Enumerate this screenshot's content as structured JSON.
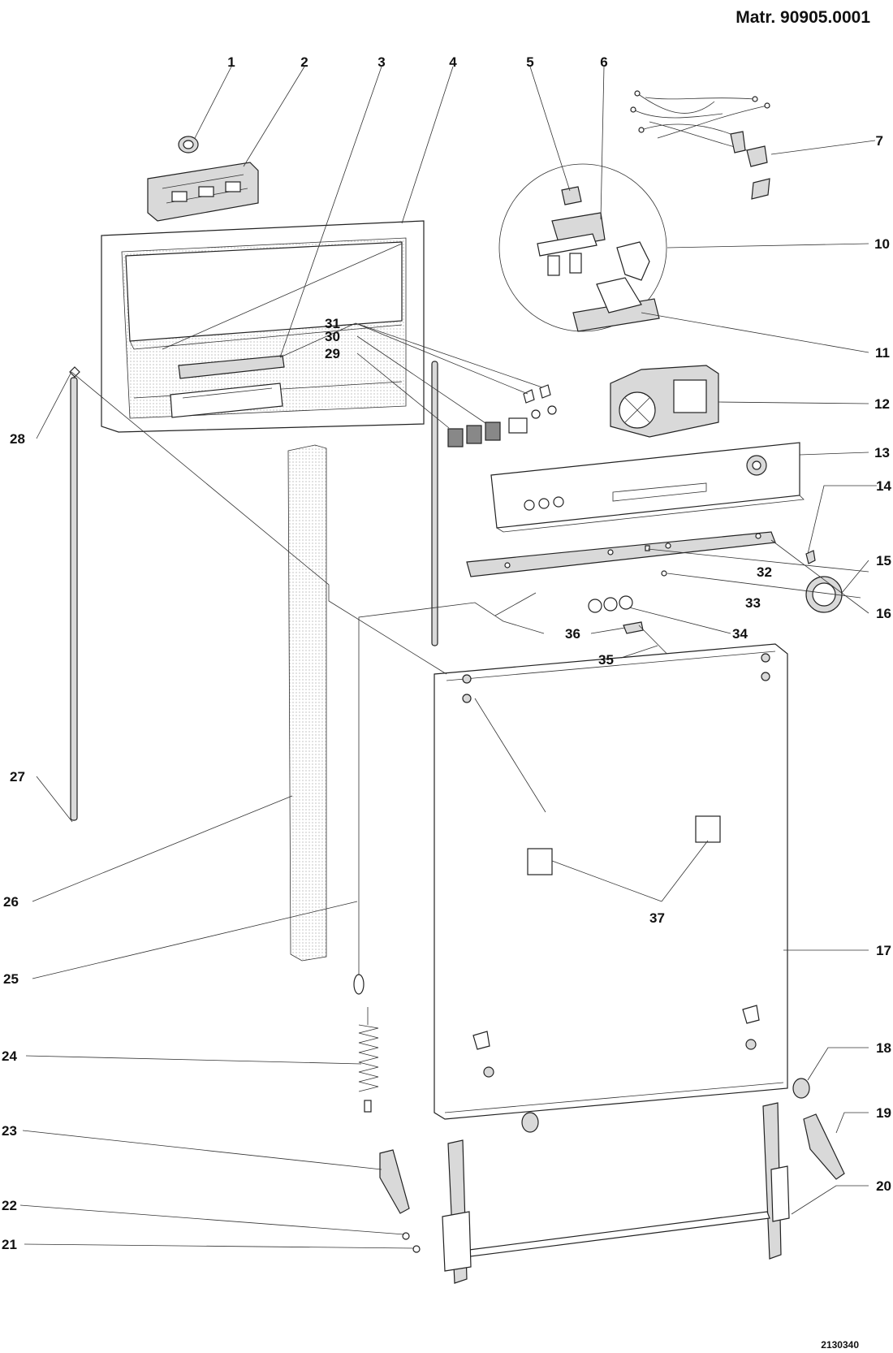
{
  "header": {
    "title": "Matr. 90905.0001"
  },
  "footer": {
    "drawing_code": "2130340"
  },
  "callouts": {
    "c1": "1",
    "c2": "2",
    "c3": "3",
    "c4": "4",
    "c5": "5",
    "c6": "6",
    "c7": "7",
    "c10": "10",
    "c11": "11",
    "c12": "12",
    "c13": "13",
    "c14": "14",
    "c15": "15",
    "c16": "16",
    "c17": "17",
    "c18": "18",
    "c19": "19",
    "c20": "20",
    "c21": "21",
    "c22": "22",
    "c23": "23",
    "c24": "24",
    "c25": "25",
    "c26": "26",
    "c27": "27",
    "c28": "28",
    "c29": "29",
    "c30": "30",
    "c31": "31",
    "c32": "32",
    "c33": "33",
    "c34": "34",
    "c35": "35",
    "c36": "36",
    "c37": "37"
  }
}
